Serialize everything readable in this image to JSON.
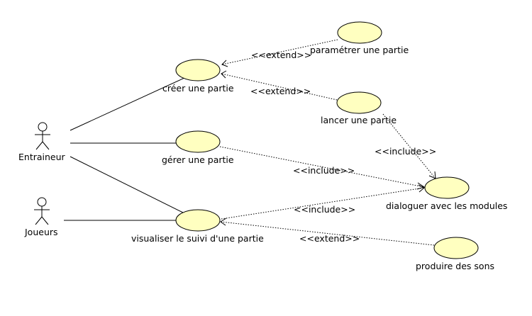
{
  "actors": [
    {
      "id": "entraineur",
      "label": "Entraineur"
    },
    {
      "id": "joueurs",
      "label": "Joueurs"
    }
  ],
  "use_cases": [
    {
      "id": "creer",
      "label": "créer une partie"
    },
    {
      "id": "parametrer",
      "label": "paramétrer une partie"
    },
    {
      "id": "lancer",
      "label": "lancer une partie"
    },
    {
      "id": "gerer",
      "label": "gérer une partie"
    },
    {
      "id": "dialoguer",
      "label": "dialoguer avec les modules"
    },
    {
      "id": "visualiser",
      "label": "visualiser le suivi d'une partie"
    },
    {
      "id": "produire",
      "label": "produire des sons"
    }
  ],
  "associations": [
    {
      "from": "entraineur",
      "to": "creer"
    },
    {
      "from": "entraineur",
      "to": "gerer"
    },
    {
      "from": "entraineur",
      "to": "visualiser"
    },
    {
      "from": "joueurs",
      "to": "visualiser"
    }
  ],
  "dependencies": [
    {
      "from": "parametrer",
      "to": "creer",
      "stereotype": "<<extend>>"
    },
    {
      "from": "lancer",
      "to": "creer",
      "stereotype": "<<extend>>"
    },
    {
      "from": "lancer",
      "to": "dialoguer",
      "stereotype": "<<include>>"
    },
    {
      "from": "gerer",
      "to": "dialoguer",
      "stereotype": "<<include>>"
    },
    {
      "from": "visualiser",
      "to": "dialoguer",
      "stereotype": "<<include>>"
    },
    {
      "from": "produire",
      "to": "visualiser",
      "stereotype": "<<extend>>"
    }
  ]
}
